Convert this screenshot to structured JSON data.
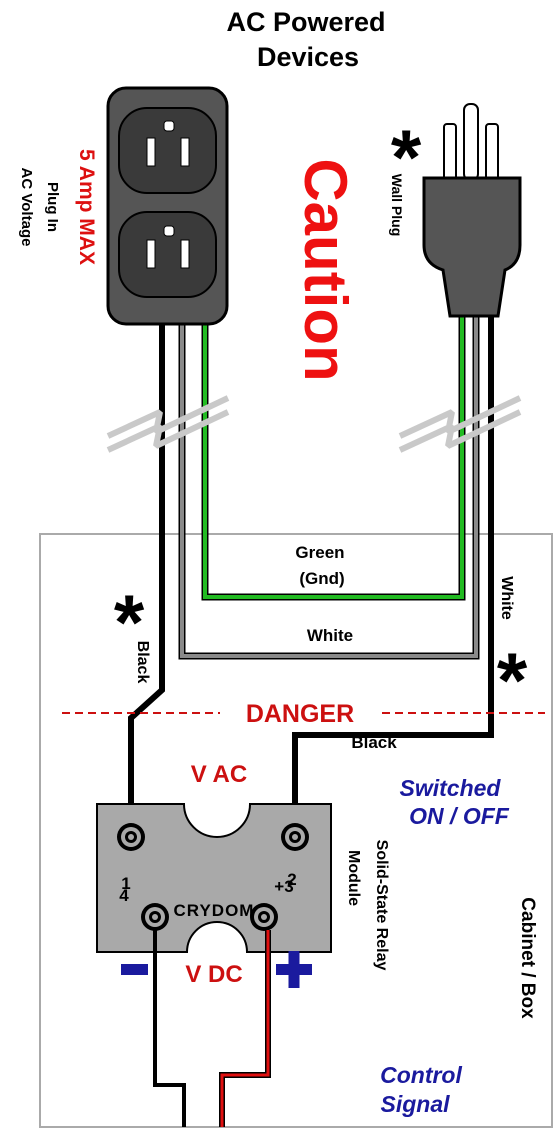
{
  "title": {
    "line1": "AC Powered",
    "line2": "Devices"
  },
  "outlet": {
    "amp_label": "5 Amp MAX",
    "plug_label": "Plug In",
    "voltage_label": "AC Voltage"
  },
  "caution": "Caution",
  "plug": {
    "asterisk": "*",
    "label": "Wall Plug"
  },
  "wires": {
    "green": "Green",
    "gnd": "(Gnd)",
    "white_horizontal": "White",
    "white_vertical": "White",
    "black_left": "Black",
    "black_right": "Black"
  },
  "asterisks": {
    "left": "*",
    "right": "*"
  },
  "danger": "DANGER",
  "relay": {
    "v_ac": "V AC",
    "v_dc": "V DC",
    "brand": "CRYDOM",
    "t1": "1",
    "t2": "2",
    "t3": "+3",
    "t4": "4",
    "minus": "−",
    "plus": "+",
    "module_line1": "Solid-State Relay",
    "module_line2": "Module"
  },
  "switched": {
    "line1": "Switched",
    "line2": "ON / OFF"
  },
  "control": {
    "line1": "Control",
    "line2": "Signal"
  },
  "cabinet": "Cabinet / Box",
  "colors": {
    "black_wire": "#000000",
    "white_wire": "#8a8a8a",
    "green_wire": "#22bb22",
    "red_wire": "#e01010",
    "danger_red": "#cc1010",
    "blue_text": "#1a1a9e",
    "relay_grey": "#a9a9a9",
    "outlet_grey": "#555555"
  }
}
